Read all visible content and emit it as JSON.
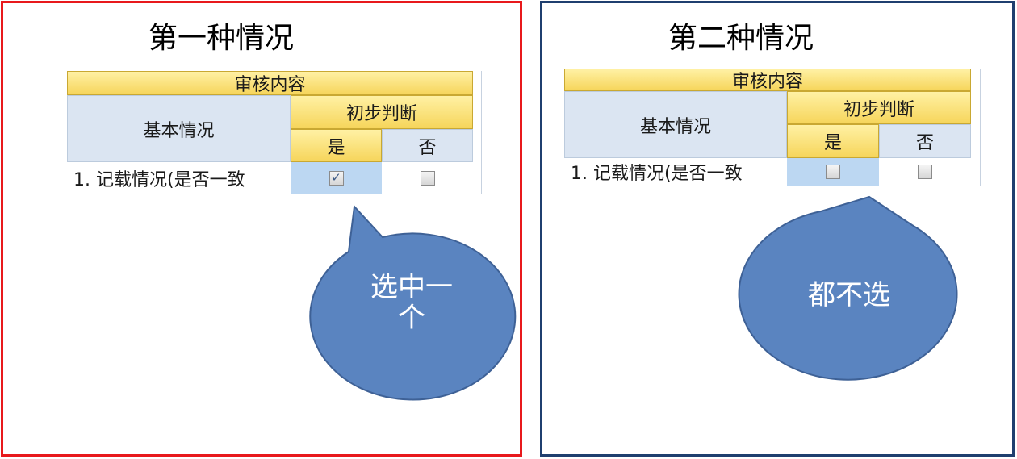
{
  "colors": {
    "left_frame": "#e8191c",
    "right_frame": "#1f3f6f",
    "header_yellow": "#f6d55b",
    "header_blue": "#dbe5f2",
    "bubble_fill": "#5a84c0",
    "bubble_stroke": "#3e6196",
    "selected_cell": "#bcd7f2"
  },
  "left": {
    "title": "第一种情况",
    "table": {
      "header": "审核内容",
      "row_label_header": "基本情况",
      "judgement_header": "初步判断",
      "yes_label": "是",
      "no_label": "否",
      "row_label": "1. 记载情况(是否一致",
      "yes_checked": true,
      "no_checked": false,
      "check_glyph": "✓"
    },
    "bubble": {
      "line1": "选中一",
      "line2": "个"
    }
  },
  "right": {
    "title": "第二种情况",
    "table": {
      "header": "审核内容",
      "row_label_header": "基本情况",
      "judgement_header": "初步判断",
      "yes_label": "是",
      "no_label": "否",
      "row_label": "1. 记载情况(是否一致",
      "yes_checked": false,
      "no_checked": false,
      "check_glyph": ""
    },
    "bubble": {
      "line1": "都不选"
    }
  }
}
